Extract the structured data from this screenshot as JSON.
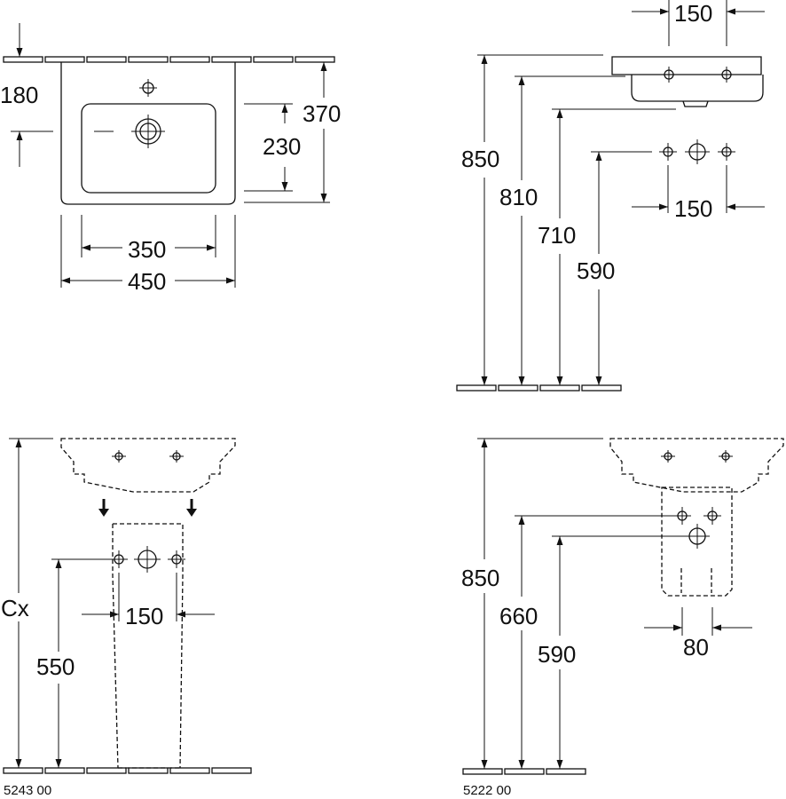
{
  "views": {
    "top_view": {
      "dim_180": "180",
      "dim_370": "370",
      "dim_230": "230",
      "dim_350": "350",
      "dim_450": "450"
    },
    "side_view": {
      "dim_150_top": "150",
      "dim_850": "850",
      "dim_810": "810",
      "dim_710": "710",
      "dim_590": "590",
      "dim_150_mid": "150"
    },
    "pedestal_view": {
      "dim_cx": "Cx",
      "dim_550": "550",
      "dim_150": "150",
      "product_code": "5243 00"
    },
    "semi_pedestal_view": {
      "dim_850": "850",
      "dim_660": "660",
      "dim_590": "590",
      "dim_80": "80",
      "product_code": "5222 00"
    }
  }
}
